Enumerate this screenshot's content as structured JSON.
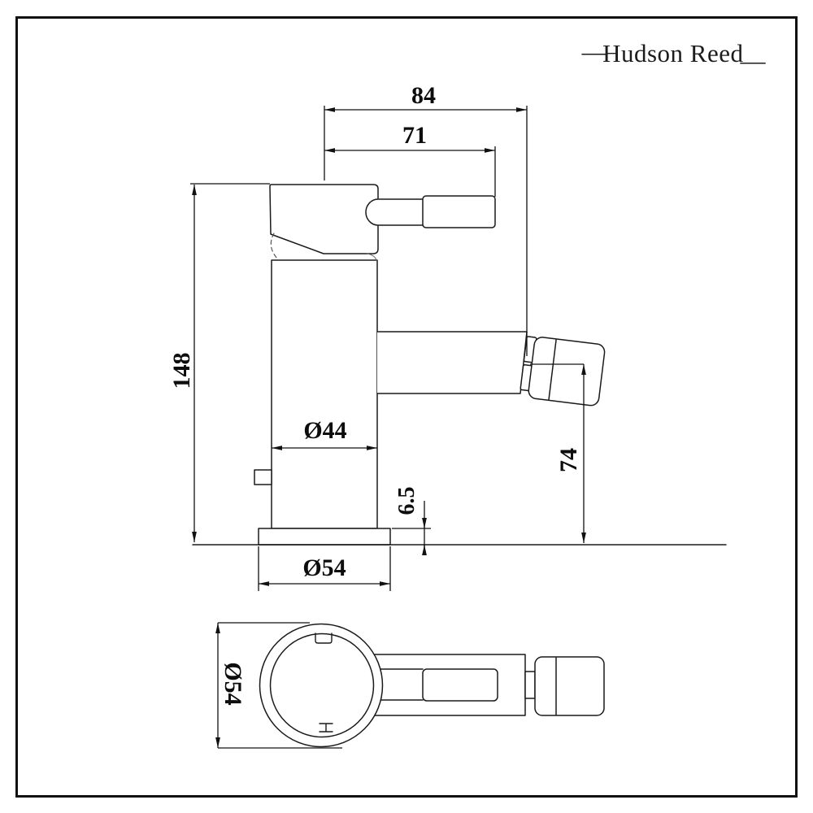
{
  "logo": {
    "prefix_dash": "—",
    "text": "Hudson Reed",
    "suffix_dash": "—"
  },
  "dimensions": {
    "spout_projection": "84",
    "handle_projection": "71",
    "overall_height": "148",
    "body_diameter": "Ø44",
    "base_diameter": "Ø54",
    "base_plate_thickness": "6.5",
    "spout_height": "74",
    "plan_base_diameter": "Ø54"
  }
}
